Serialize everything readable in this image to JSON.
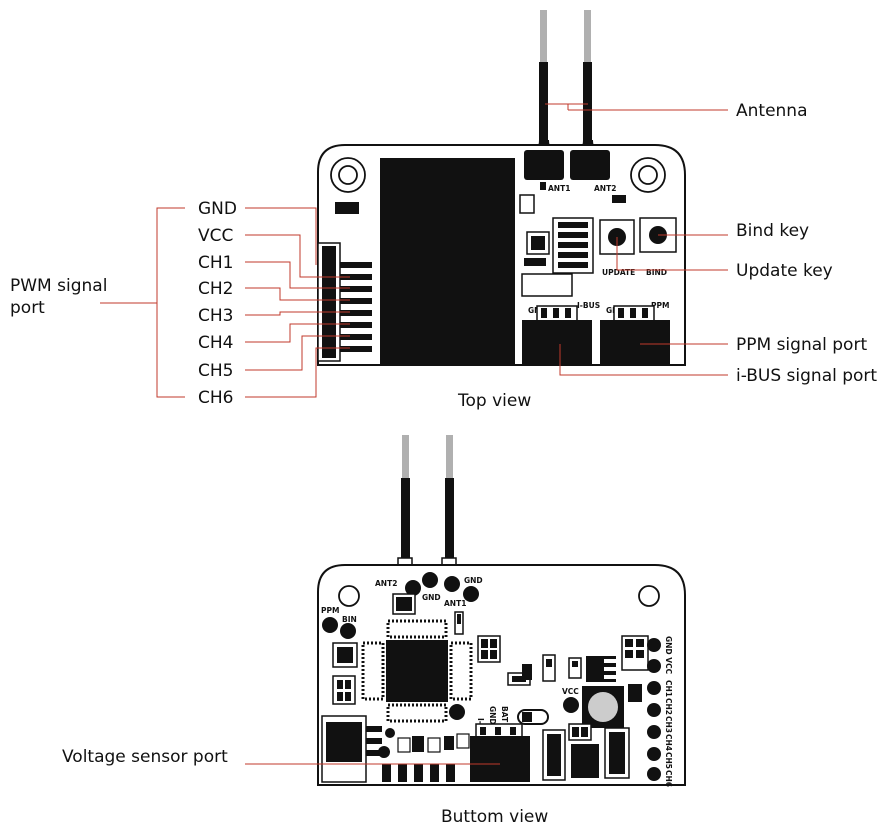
{
  "top_view": {
    "caption": "Top view",
    "labels": {
      "antenna": "Antenna",
      "bind_key": "Bind key",
      "update_key": "Update key",
      "ppm_port": "PPM signal port",
      "ibus_port": "i-BUS signal port",
      "pwm_port_line1": "PWM signal",
      "pwm_port_line2": "port"
    },
    "pins": [
      "GND",
      "VCC",
      "CH1",
      "CH2",
      "CH3",
      "CH4",
      "CH5",
      "CH6"
    ],
    "silk": {
      "ant1": "ANT1",
      "ant2": "ANT2",
      "update": "UPDATE",
      "bind": "BIND",
      "gnd_ibus": "GND",
      "ibus": "I-BUS",
      "gnd_ppm": "GND",
      "ppm": "PPM"
    }
  },
  "bottom_view": {
    "caption": "Buttom view",
    "labels": {
      "voltage_sensor_port": "Voltage sensor port"
    },
    "silk": {
      "ant2": "ANT2",
      "gnd1": "GND",
      "ant1": "ANT1",
      "gnd2": "GND",
      "ppm": "PPM",
      "bin": "BIN",
      "vcc": "VCC",
      "ibus": "I-BUS",
      "gnd3": "GND",
      "bat": "BAT",
      "gnd_vcc": "GND VCC",
      "ch1": "CH1",
      "ch2": "CH2",
      "ch3": "CH3",
      "ch4": "CH4",
      "ch5": "CH5",
      "ch6": "CH6"
    }
  }
}
